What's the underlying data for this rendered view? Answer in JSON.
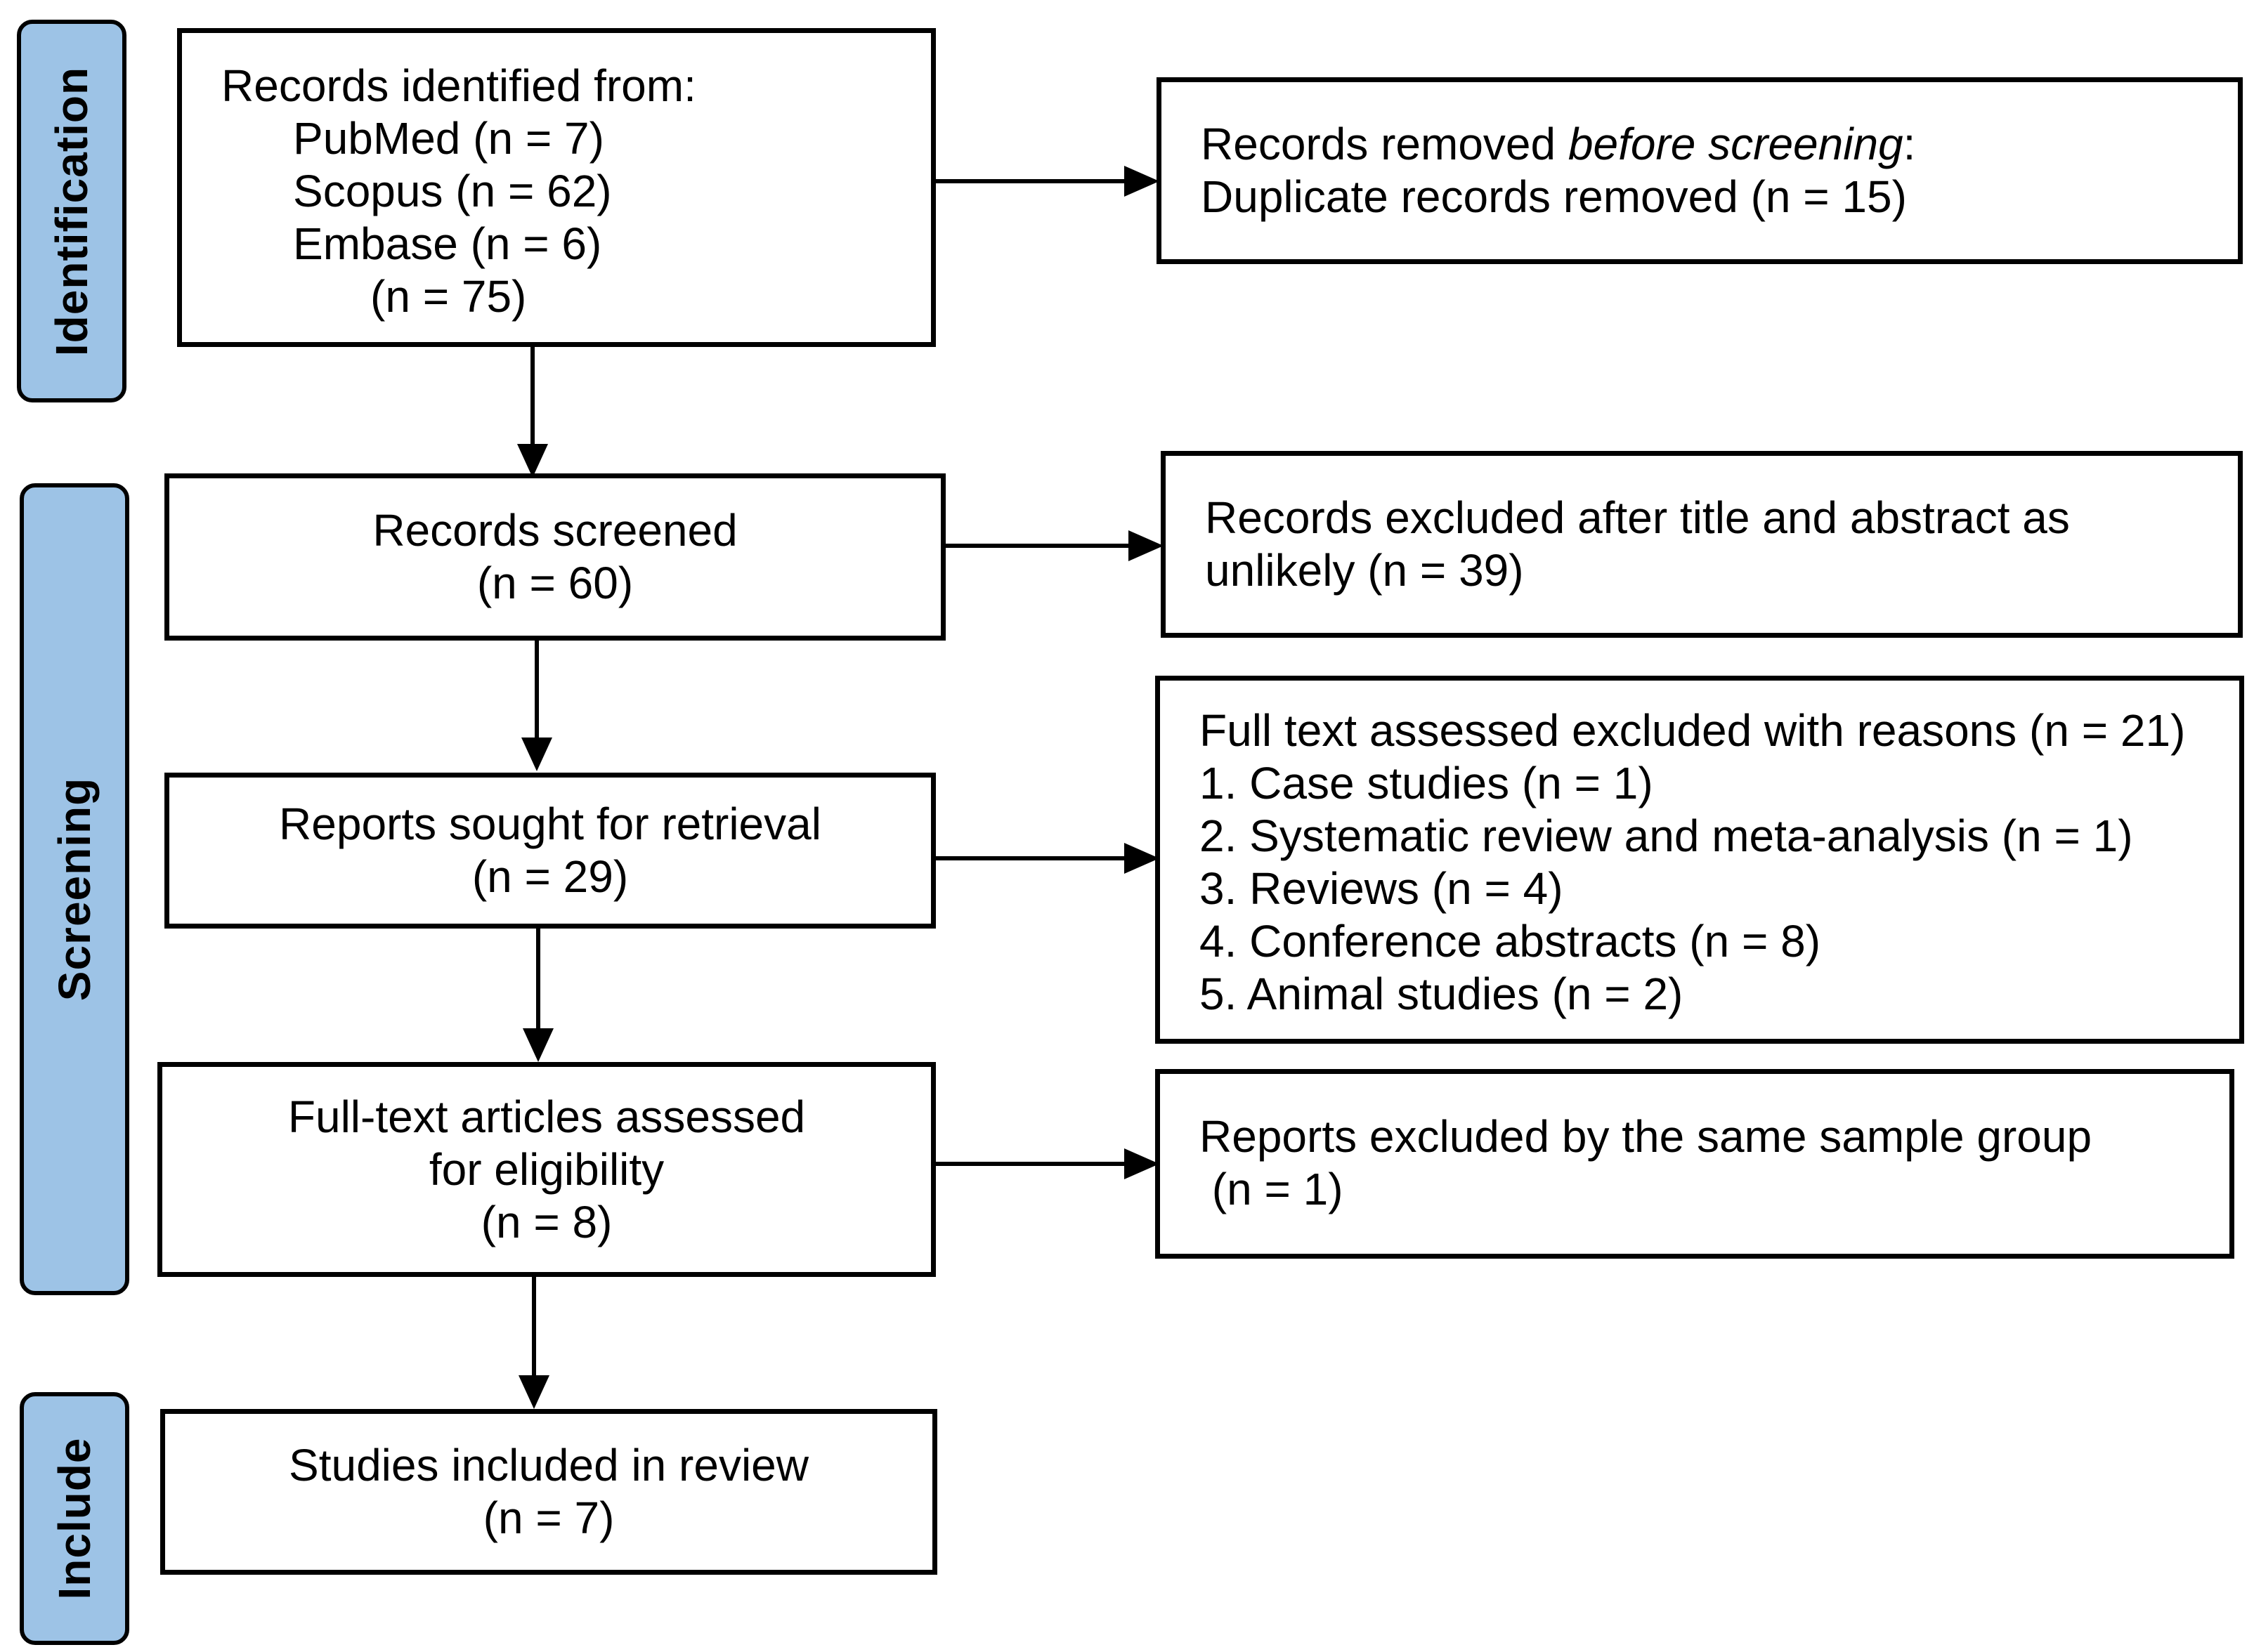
{
  "phases": {
    "identification": "Identification",
    "screening": "Screening",
    "include": "Include"
  },
  "identified": {
    "heading": "Records identified from:",
    "pubmed": "PubMed (n = 7)",
    "scopus": "Scopus (n = 62)",
    "embase": "Embase (n = 6)",
    "total": "(n = 75)"
  },
  "removed": {
    "line1_prefix": "Records removed ",
    "line1_italic": "before screening",
    "line1_suffix": ":",
    "line2": "Duplicate records removed (n = 15)"
  },
  "screened": {
    "title": "Records screened",
    "count": "(n = 60)"
  },
  "excluded_title_abstract": {
    "line1": "Records excluded after title and abstract as",
    "line2": "unlikely (n = 39)"
  },
  "sought": {
    "title": "Reports sought for retrieval",
    "count": "(n = 29)"
  },
  "fulltext_excluded": {
    "heading": "Full text assessed excluded with reasons (n = 21)",
    "reasons": [
      "1. Case studies (n = 1)",
      "2. Systematic review and meta-analysis (n = 1)",
      "3. Reviews (n = 4)",
      "4. Conference abstracts (n = 8)",
      "5. Animal studies (n = 2)"
    ]
  },
  "assessed": {
    "line1": "Full-text articles assessed",
    "line2": "for eligibility",
    "count": "(n = 8)"
  },
  "same_sample": {
    "line1": "Reports excluded by the same sample group",
    "line2": " (n = 1)"
  },
  "included": {
    "title": "Studies included in review",
    "count": "(n = 7)"
  }
}
